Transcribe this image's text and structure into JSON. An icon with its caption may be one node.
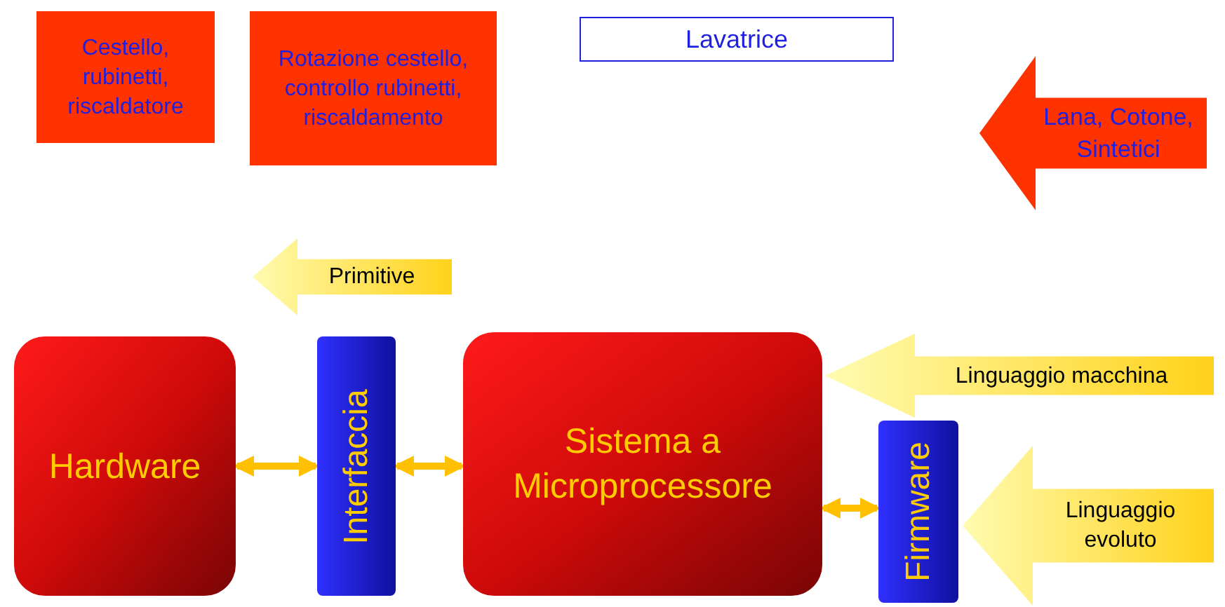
{
  "diagram": {
    "nodes": [
      {
        "text": [
          "Cestello, rubinetti, riscaldatore"
        ]
      },
      {
        "text": [
          "Rotazione cestello, controllo rubinetti, riscaldamento"
        ]
      },
      {
        "text": [
          "Lavatrice"
        ]
      },
      {
        "text": [
          "Lana, Cotone, Sintetici"
        ]
      },
      {
        "text": [
          "Primitive"
        ]
      },
      {
        "text": [
          "Hardware"
        ]
      },
      {
        "text": [
          "Interfaccia"
        ]
      },
      {
        "text": [
          "Sistema a Microprocessore"
        ]
      },
      {
        "text": [
          "Linguaggio macchina"
        ]
      },
      {
        "text": [
          "Firmware"
        ]
      },
      {
        "text": [
          "Linguaggio evoluto"
        ]
      }
    ],
    "edges": [
      {
        "from": 5,
        "to": 6,
        "arrow": "both"
      },
      {
        "from": 6,
        "to": 7,
        "arrow": "both"
      },
      {
        "from": 7,
        "to": 9,
        "arrow": "both"
      }
    ]
  }
}
